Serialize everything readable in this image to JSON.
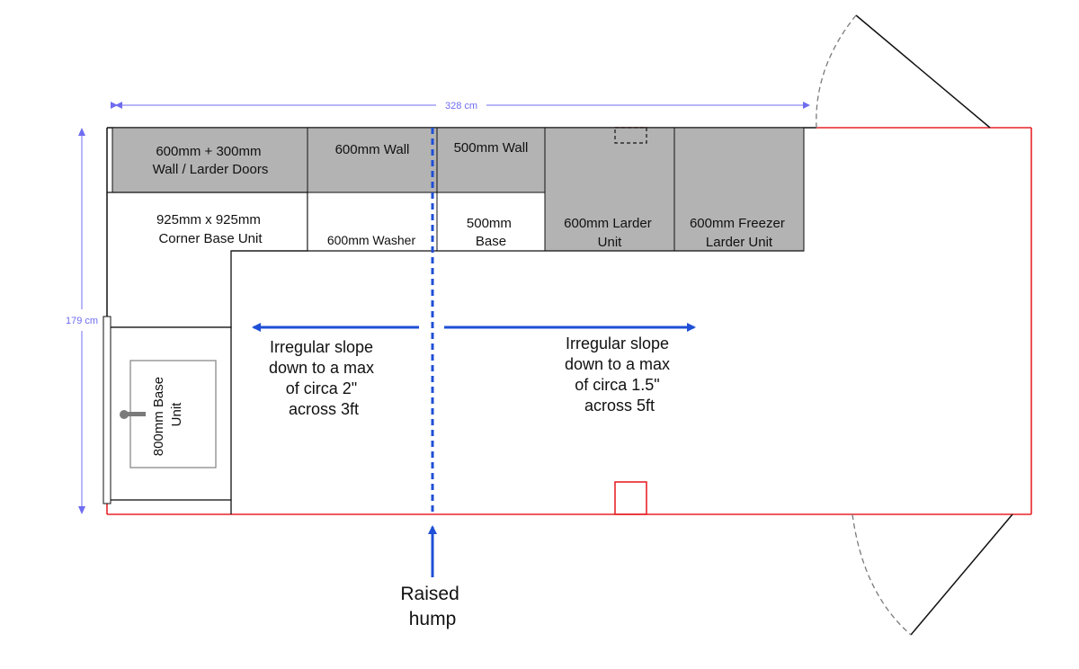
{
  "dimensions": {
    "width": "328 cm",
    "height": "179 cm"
  },
  "units": {
    "wall_larder_doors": [
      "600mm + 300mm",
      "Wall / Larder Doors"
    ],
    "wall_600": [
      "600mm Wall"
    ],
    "wall_500": [
      "500mm Wall"
    ],
    "larder_600": [
      "600mm Larder",
      "Unit"
    ],
    "freezer_larder_600": [
      "600mm Freezer",
      "Larder Unit"
    ],
    "corner_base": [
      "925mm x 925mm",
      "Corner Base Unit"
    ],
    "washer_600": [
      "600mm Washer"
    ],
    "base_500": [
      "500mm",
      "Base"
    ],
    "base_800": [
      "800mm Base",
      "Unit"
    ]
  },
  "notes": {
    "left_slope": [
      "Irregular slope",
      "down to a max",
      "of circa 2\"",
      "across 3ft"
    ],
    "right_slope": [
      "Irregular slope",
      "down to a max",
      "of circa 1.5\"",
      "across 5ft"
    ],
    "raised_hump": [
      "Raised",
      "hump"
    ]
  },
  "colors": {
    "wall_outline": "#e8242a",
    "hump_line": "#1f4fd6",
    "arrow": "#1f4fd6",
    "dimension": "#6f6cf0",
    "unit_fill": "#b3b3b3",
    "door_swing": "#7a7a7a"
  }
}
